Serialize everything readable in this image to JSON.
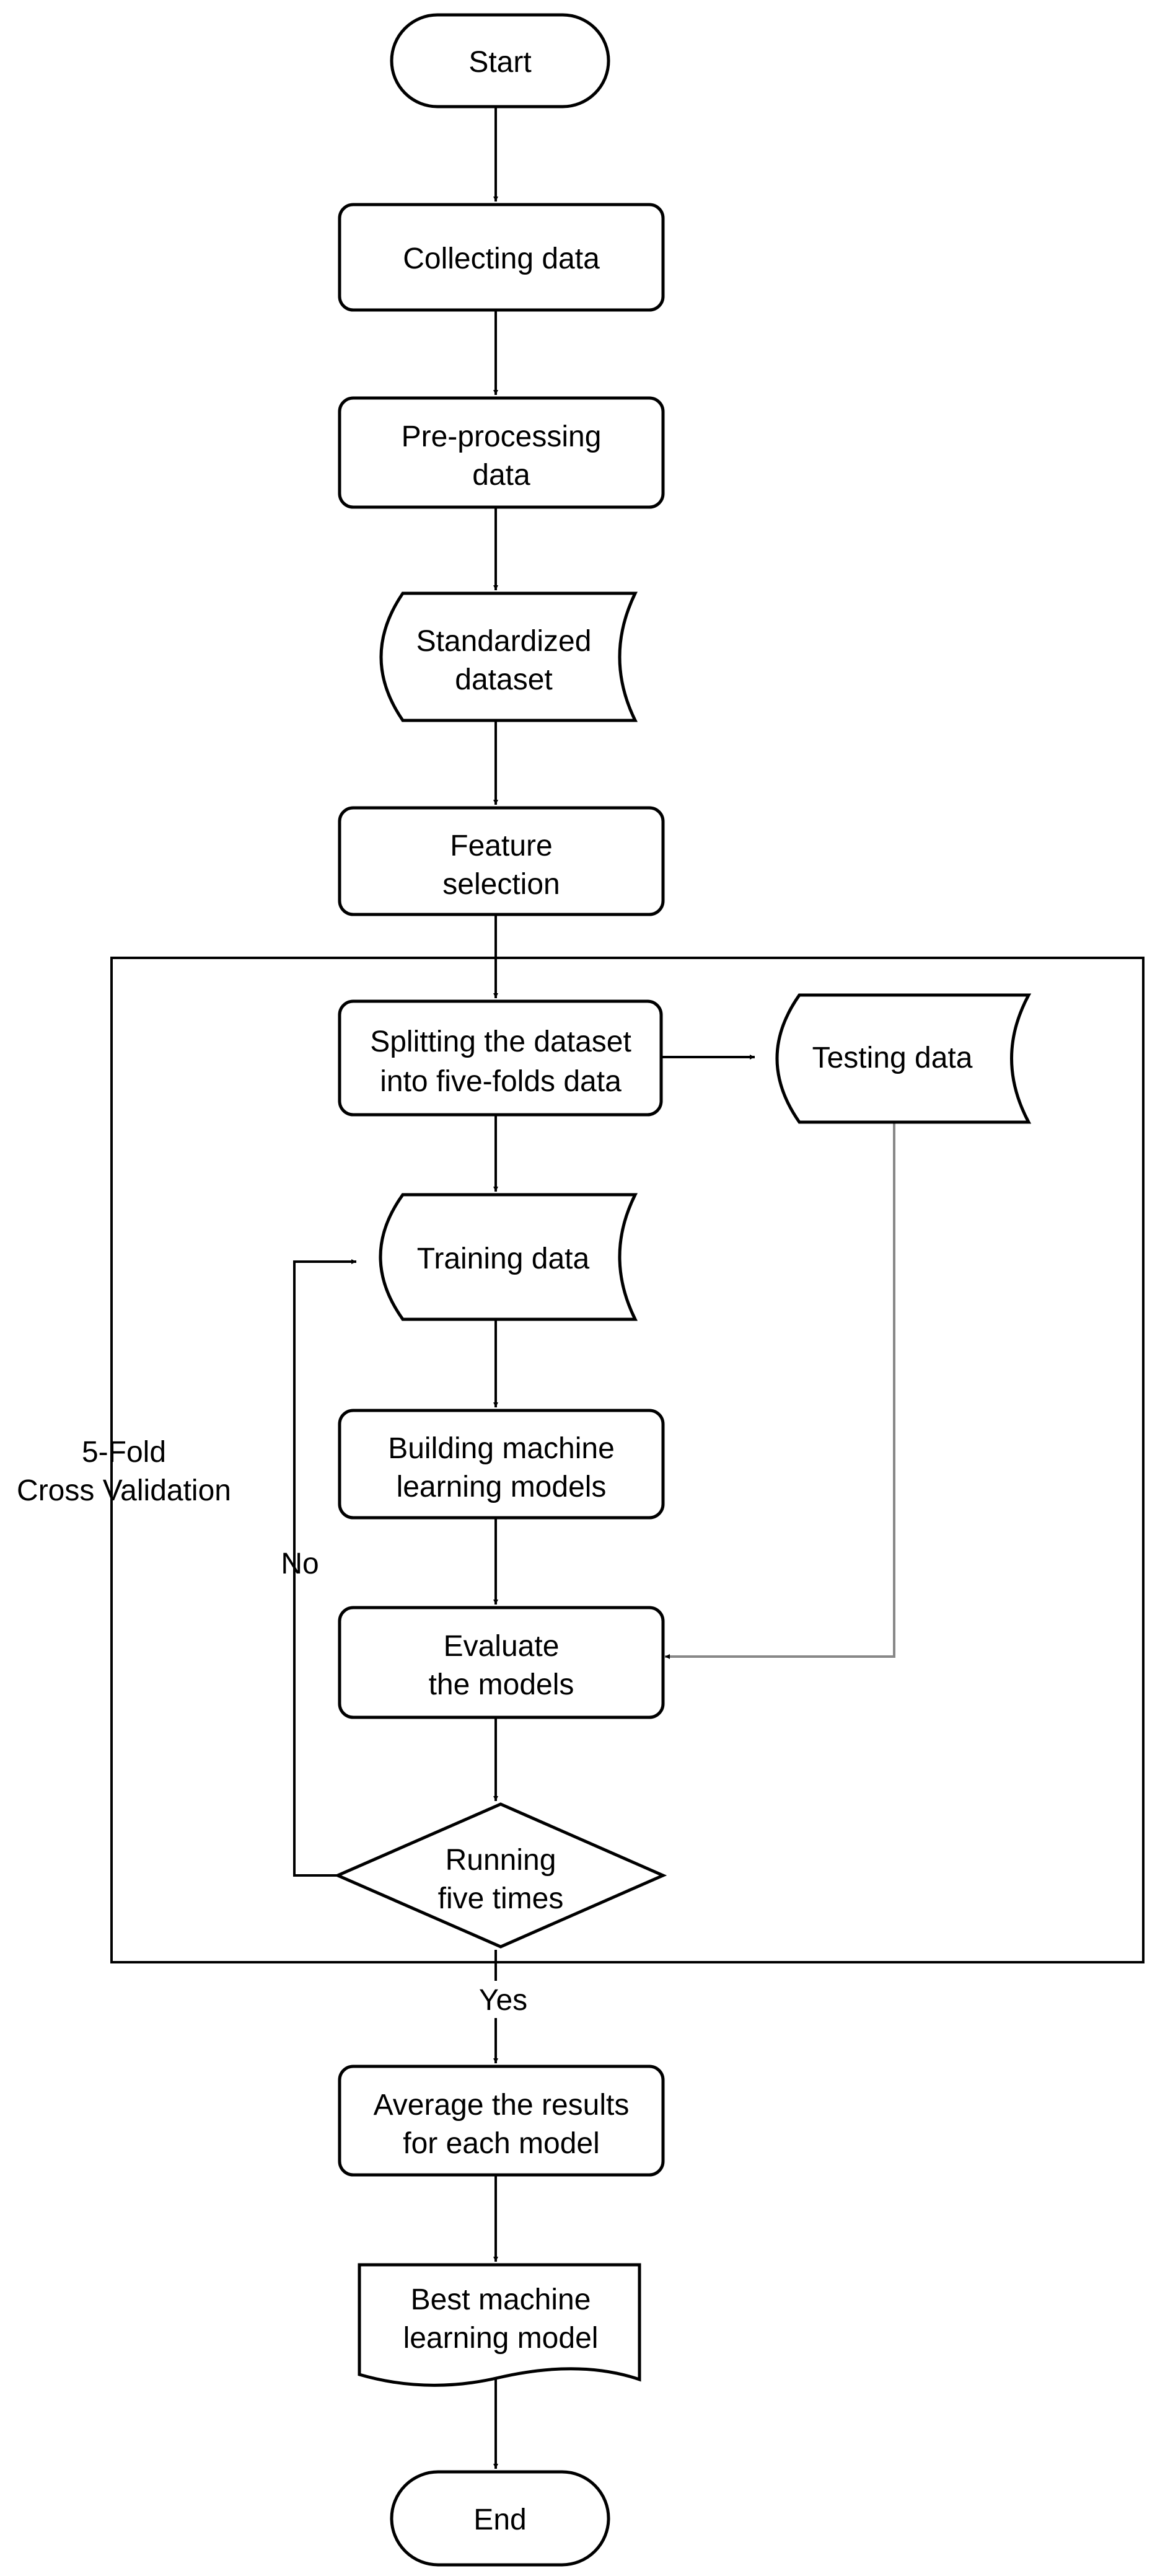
{
  "nodes": {
    "start": "Start",
    "collect": "Collecting data",
    "preprocess": [
      "Pre-processing",
      "data"
    ],
    "standardized": [
      "Standardized",
      "dataset"
    ],
    "feature": [
      "Feature",
      "selection"
    ],
    "split": [
      "Splitting the dataset",
      "into five-folds data"
    ],
    "testing": "Testing data",
    "training": "Training data",
    "building": [
      "Building machine",
      "learning models"
    ],
    "evaluate": [
      "Evaluate",
      "the models"
    ],
    "running": [
      "Running",
      "five times"
    ],
    "average": [
      "Average the results",
      "for each model"
    ],
    "best": [
      "Best machine",
      "learning model"
    ],
    "end": "End"
  },
  "labels": {
    "cv": [
      "5-Fold",
      "Cross Validation"
    ],
    "no": "No",
    "yes": "Yes"
  }
}
